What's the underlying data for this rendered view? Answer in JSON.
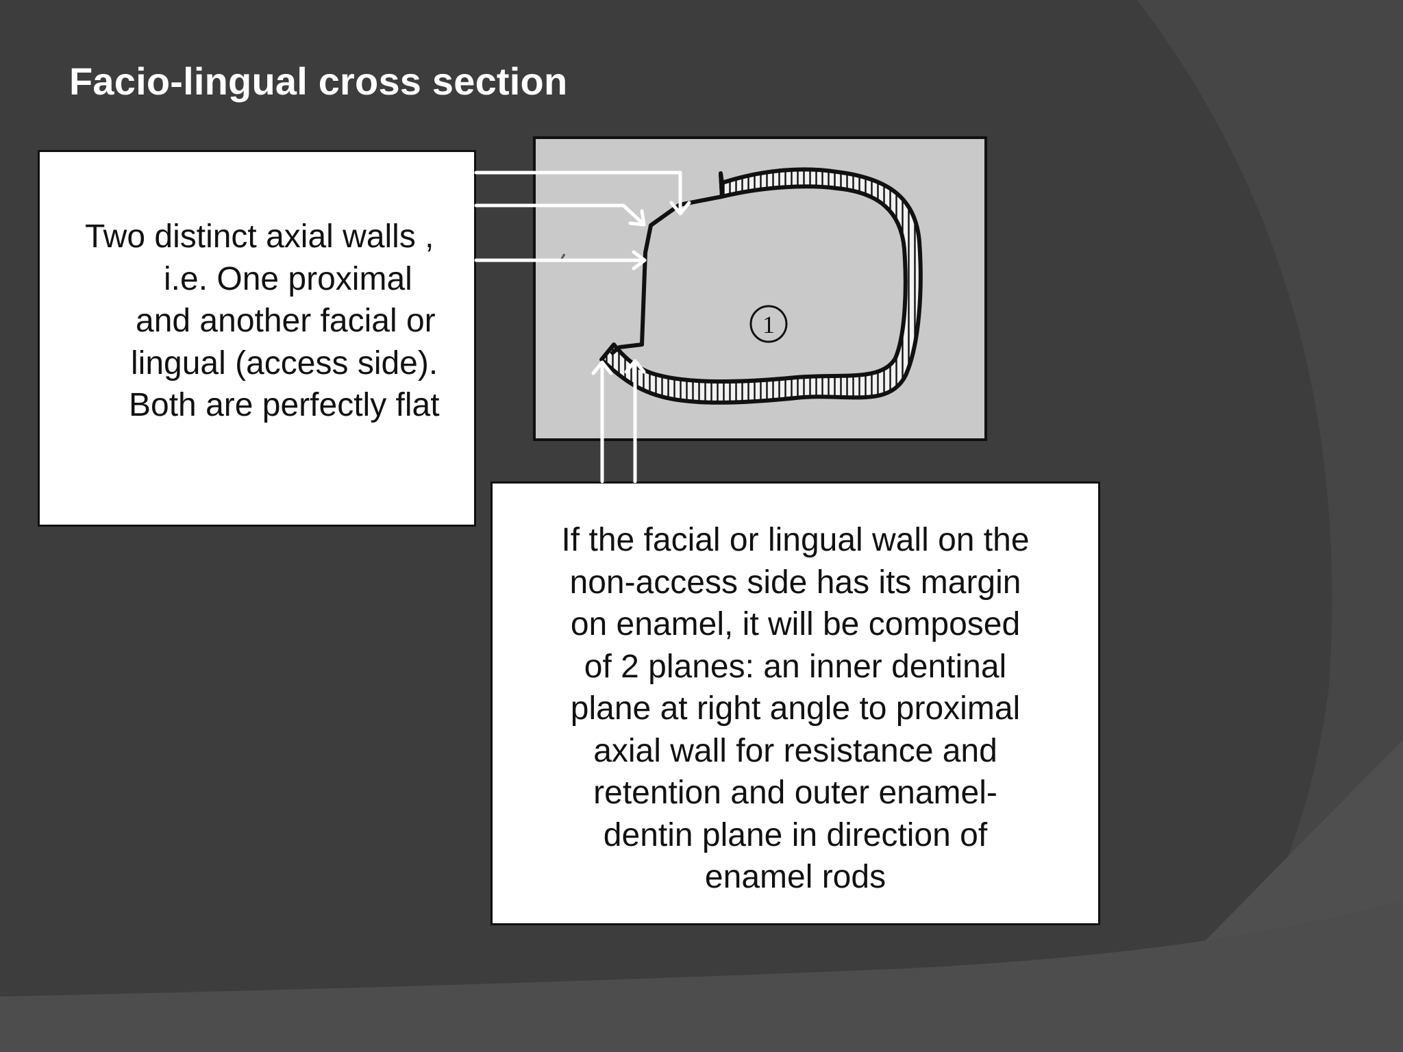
{
  "slide": {
    "title": "Facio-lingual cross section",
    "colors": {
      "background": "#3d3d3d",
      "swoosh": "#4d4d4d",
      "text_on_dark": "#ffffff",
      "callout_bg": "#ffffff",
      "figure_bg": "#c9c9c9"
    }
  },
  "callout_left": {
    "lines": [
      "Two distinct axial walls ,",
      "i.e. One proximal",
      "and another facial or",
      "lingual (access side).",
      "Both are perfectly flat"
    ]
  },
  "callout_bottom": {
    "lines": [
      "If the facial or lingual wall on the",
      "non-access side has its margin",
      "on enamel, it will be composed",
      "of 2 planes: an inner dentinal",
      "plane at right angle to proximal",
      "axial wall for resistance and",
      "retention and outer enamel-",
      "dentin plane in direction of",
      "enamel rods"
    ]
  },
  "figure": {
    "label": "1"
  }
}
